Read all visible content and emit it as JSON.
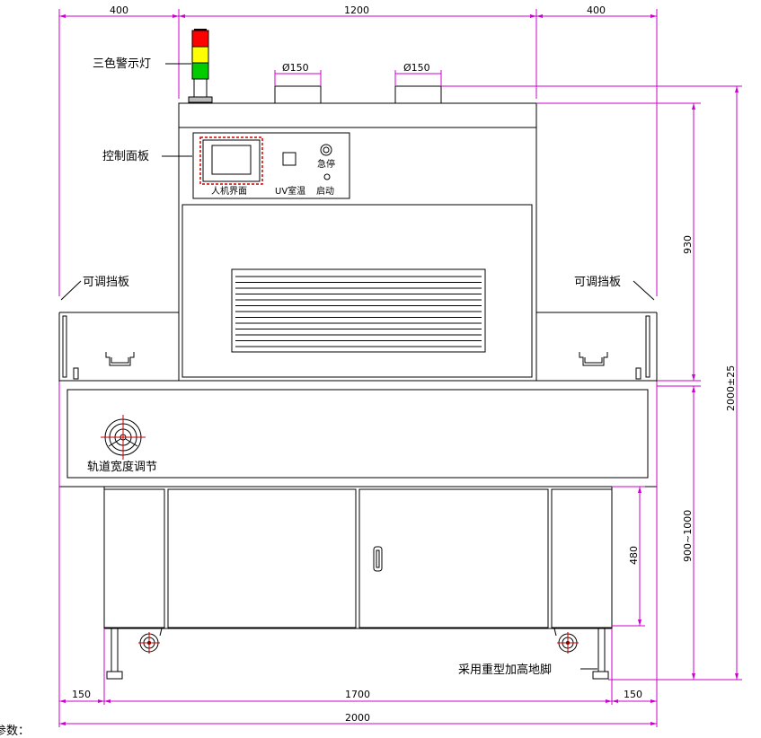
{
  "dimensions": {
    "top_left": "400",
    "top_middle": "1200",
    "top_right": "400",
    "right_upper": "930",
    "right_total": "2000±25",
    "right_lower": "900~1000",
    "right_cabinet": "480",
    "bottom_left": "150",
    "bottom_middle": "1700",
    "bottom_right": "150",
    "bottom_total": "2000",
    "duct_left": "Ø150",
    "duct_right": "Ø150"
  },
  "labels": {
    "tower_light": "三色警示灯",
    "control_panel": "控制面板",
    "hmi": "人机界面",
    "uv_temp": "UV室温",
    "estop": "急停",
    "start": "启动",
    "baffle_left": "可调挡板",
    "baffle_right": "可调挡板",
    "rail_width": "轨道宽度调节",
    "feet": "采用重型加高地脚",
    "params_cut": "参数："
  },
  "colors": {
    "dimension_line": "#cc00cc",
    "outline": "#000000",
    "light_red": "#ff0000",
    "light_yellow": "#ffff00",
    "light_green": "#00cc00",
    "panel_frame": "#cc0000"
  }
}
